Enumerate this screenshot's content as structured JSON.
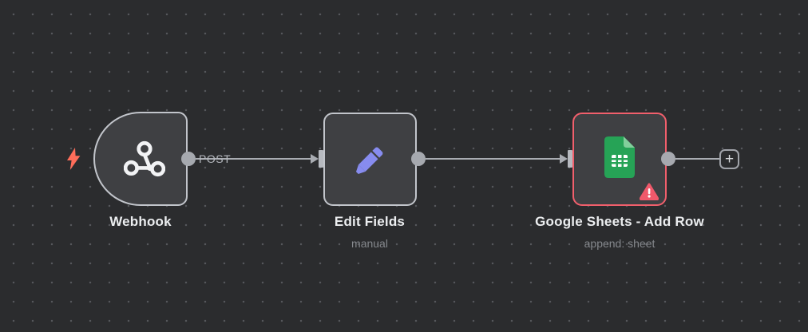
{
  "canvas": {
    "background_color": "#2b2c2e",
    "dot_color": "#55575b"
  },
  "workflow": {
    "trigger_indicator": {
      "icon": "lightning-bolt-icon",
      "color": "#ff6d5a"
    },
    "nodes": [
      {
        "id": "webhook",
        "label": "Webhook",
        "subtitle": "",
        "icon": "webhook-icon",
        "icon_color": "#f2f3f5",
        "fill_color": "#3f4043",
        "border_color": "#c2c5cb",
        "shape": "trigger-rounded-left",
        "has_error": false
      },
      {
        "id": "edit-fields",
        "label": "Edit Fields",
        "subtitle": "manual",
        "icon": "pencil-icon",
        "icon_color": "#878cef",
        "fill_color": "#3f4043",
        "border_color": "#c2c5cb",
        "shape": "square",
        "has_error": false
      },
      {
        "id": "google-sheets",
        "label": "Google Sheets - Add Row",
        "subtitle": "append: sheet",
        "icon": "google-sheets-icon",
        "icon_color": "#26a356",
        "fill_color": "#3f4043",
        "border_color": "#f15f6c",
        "shape": "square",
        "has_error": true,
        "error_icon": "warning-triangle-icon",
        "error_color": "#f0596b"
      }
    ],
    "connections": [
      {
        "from": "webhook",
        "to": "edit-fields",
        "label": "POST"
      },
      {
        "from": "edit-fields",
        "to": "google-sheets",
        "label": ""
      },
      {
        "from": "google-sheets",
        "to": "add-node-button",
        "label": ""
      }
    ],
    "add_button": {
      "label": "+"
    }
  }
}
